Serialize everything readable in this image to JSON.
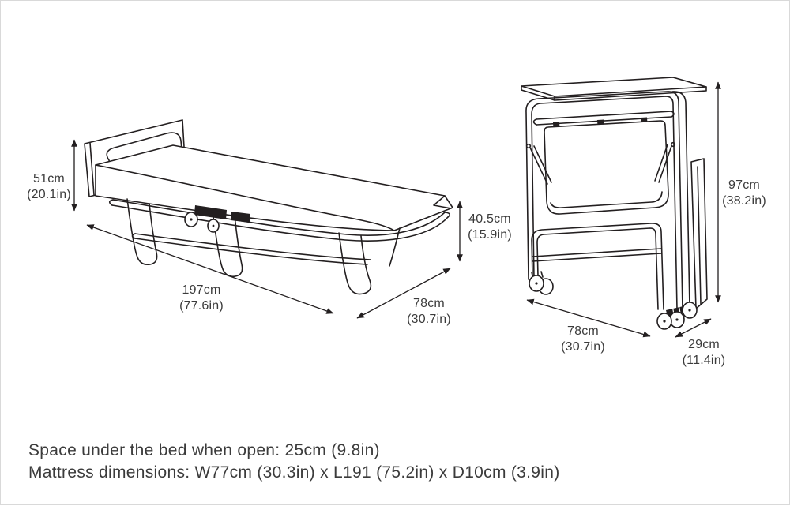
{
  "canvas": {
    "background": "#ffffff",
    "border_color": "#d9d9d9",
    "line_color": "#231f20",
    "text_color": "#3b3b3b"
  },
  "diagram": {
    "open_bed": {
      "dims": {
        "head_height": {
          "metric": "51cm",
          "imperial": "(20.1in)"
        },
        "length": {
          "metric": "197cm",
          "imperial": "(77.6in)"
        },
        "width": {
          "metric": "78cm",
          "imperial": "(30.7in)"
        },
        "sleep_height": {
          "metric": "40.5cm",
          "imperial": "(15.9in)"
        }
      }
    },
    "folded_bed": {
      "dims": {
        "height": {
          "metric": "97cm",
          "imperial": "(38.2in)"
        },
        "width": {
          "metric": "78cm",
          "imperial": "(30.7in)"
        },
        "depth": {
          "metric": "29cm",
          "imperial": "(11.4in)"
        }
      }
    }
  },
  "notes": {
    "space_under_bed": "Space under the bed when open: 25cm (9.8in)",
    "mattress_dimensions": "Mattress dimensions: W77cm (30.3in) x L191 (75.2in) x D10cm (3.9in)"
  }
}
